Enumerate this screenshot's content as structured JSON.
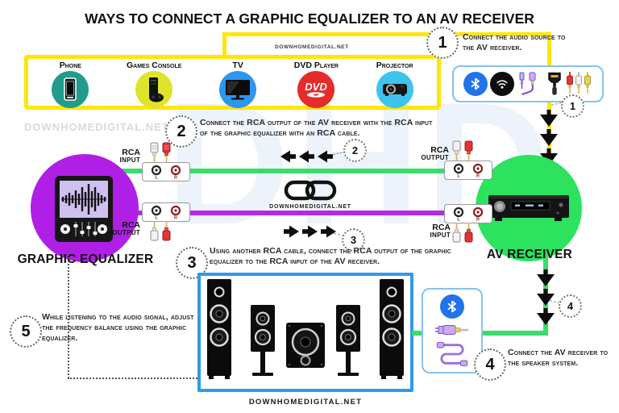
{
  "title": "WAYS TO CONNECT A GRAPHIC EQUALIZER TO AN AV RECEIVER",
  "watermark": {
    "top": "DOWNHOMEDIGITAL.NET",
    "left": "DOWNHOMEDIGITAL.NET",
    "center": "DOWNHOMEDIGITAL.NET",
    "bottom": "DOWNHOMEDIGITAL.NET",
    "background": "DHD"
  },
  "sources": {
    "items": [
      {
        "label": "Phone"
      },
      {
        "label": "Games Console"
      },
      {
        "label": "TV"
      },
      {
        "label": "DVD Player",
        "icon_text": "DVD"
      },
      {
        "label": "Projector"
      }
    ]
  },
  "steps": [
    {
      "num": "1",
      "text": "Connect the audio source to the AV receiver."
    },
    {
      "num": "2",
      "text": "Connect the RCA output of the AV receiver with the RCA input of the graphic equalizer with an RCA cable."
    },
    {
      "num": "3",
      "text": "Using another RCA cable, connect the RCA output of the graphic equalizer to the RCA input of the AV receiver."
    },
    {
      "num": "4",
      "text": "Connect the AV receiver to the speaker system."
    },
    {
      "num": "5",
      "text": "While listening to the audio signal, adjust the frequency balance using the graphic equalizer."
    }
  ],
  "equalizer": {
    "label": "GRAPHIC EQUALIZER"
  },
  "receiver": {
    "label": "AV RECEIVER"
  },
  "rca": {
    "rca": "RCA",
    "input": "INPUT",
    "output": "OUTPUT",
    "l": "L",
    "r": "R"
  },
  "icons": {
    "source_box": [
      "bluetooth-icon",
      "wifi-icon",
      "aux-jack-icon",
      "hdmi-icon",
      "rca-cables-icon"
    ],
    "speaker_box": [
      "bluetooth-icon",
      "speaker-wire-icon",
      "patch-cable-icon"
    ]
  },
  "colors": {
    "yellow_wire": "#ffe60a",
    "green_circle": "#2ce25e",
    "purple_circle": "#b01fe6",
    "green_line": "#38dd6c",
    "purple_line": "#b428e8",
    "speaker_box_blue": "#2e9be8",
    "icon_box_border": "#85c2ef",
    "bluetooth_blue": "#2273e8",
    "phone_teal": "#1f9c8c",
    "console_lime": "#dfe32c",
    "tv_blue": "#2d96f0",
    "dvd_red": "#e62b2b",
    "projector_cyan": "#3dc4ee"
  }
}
